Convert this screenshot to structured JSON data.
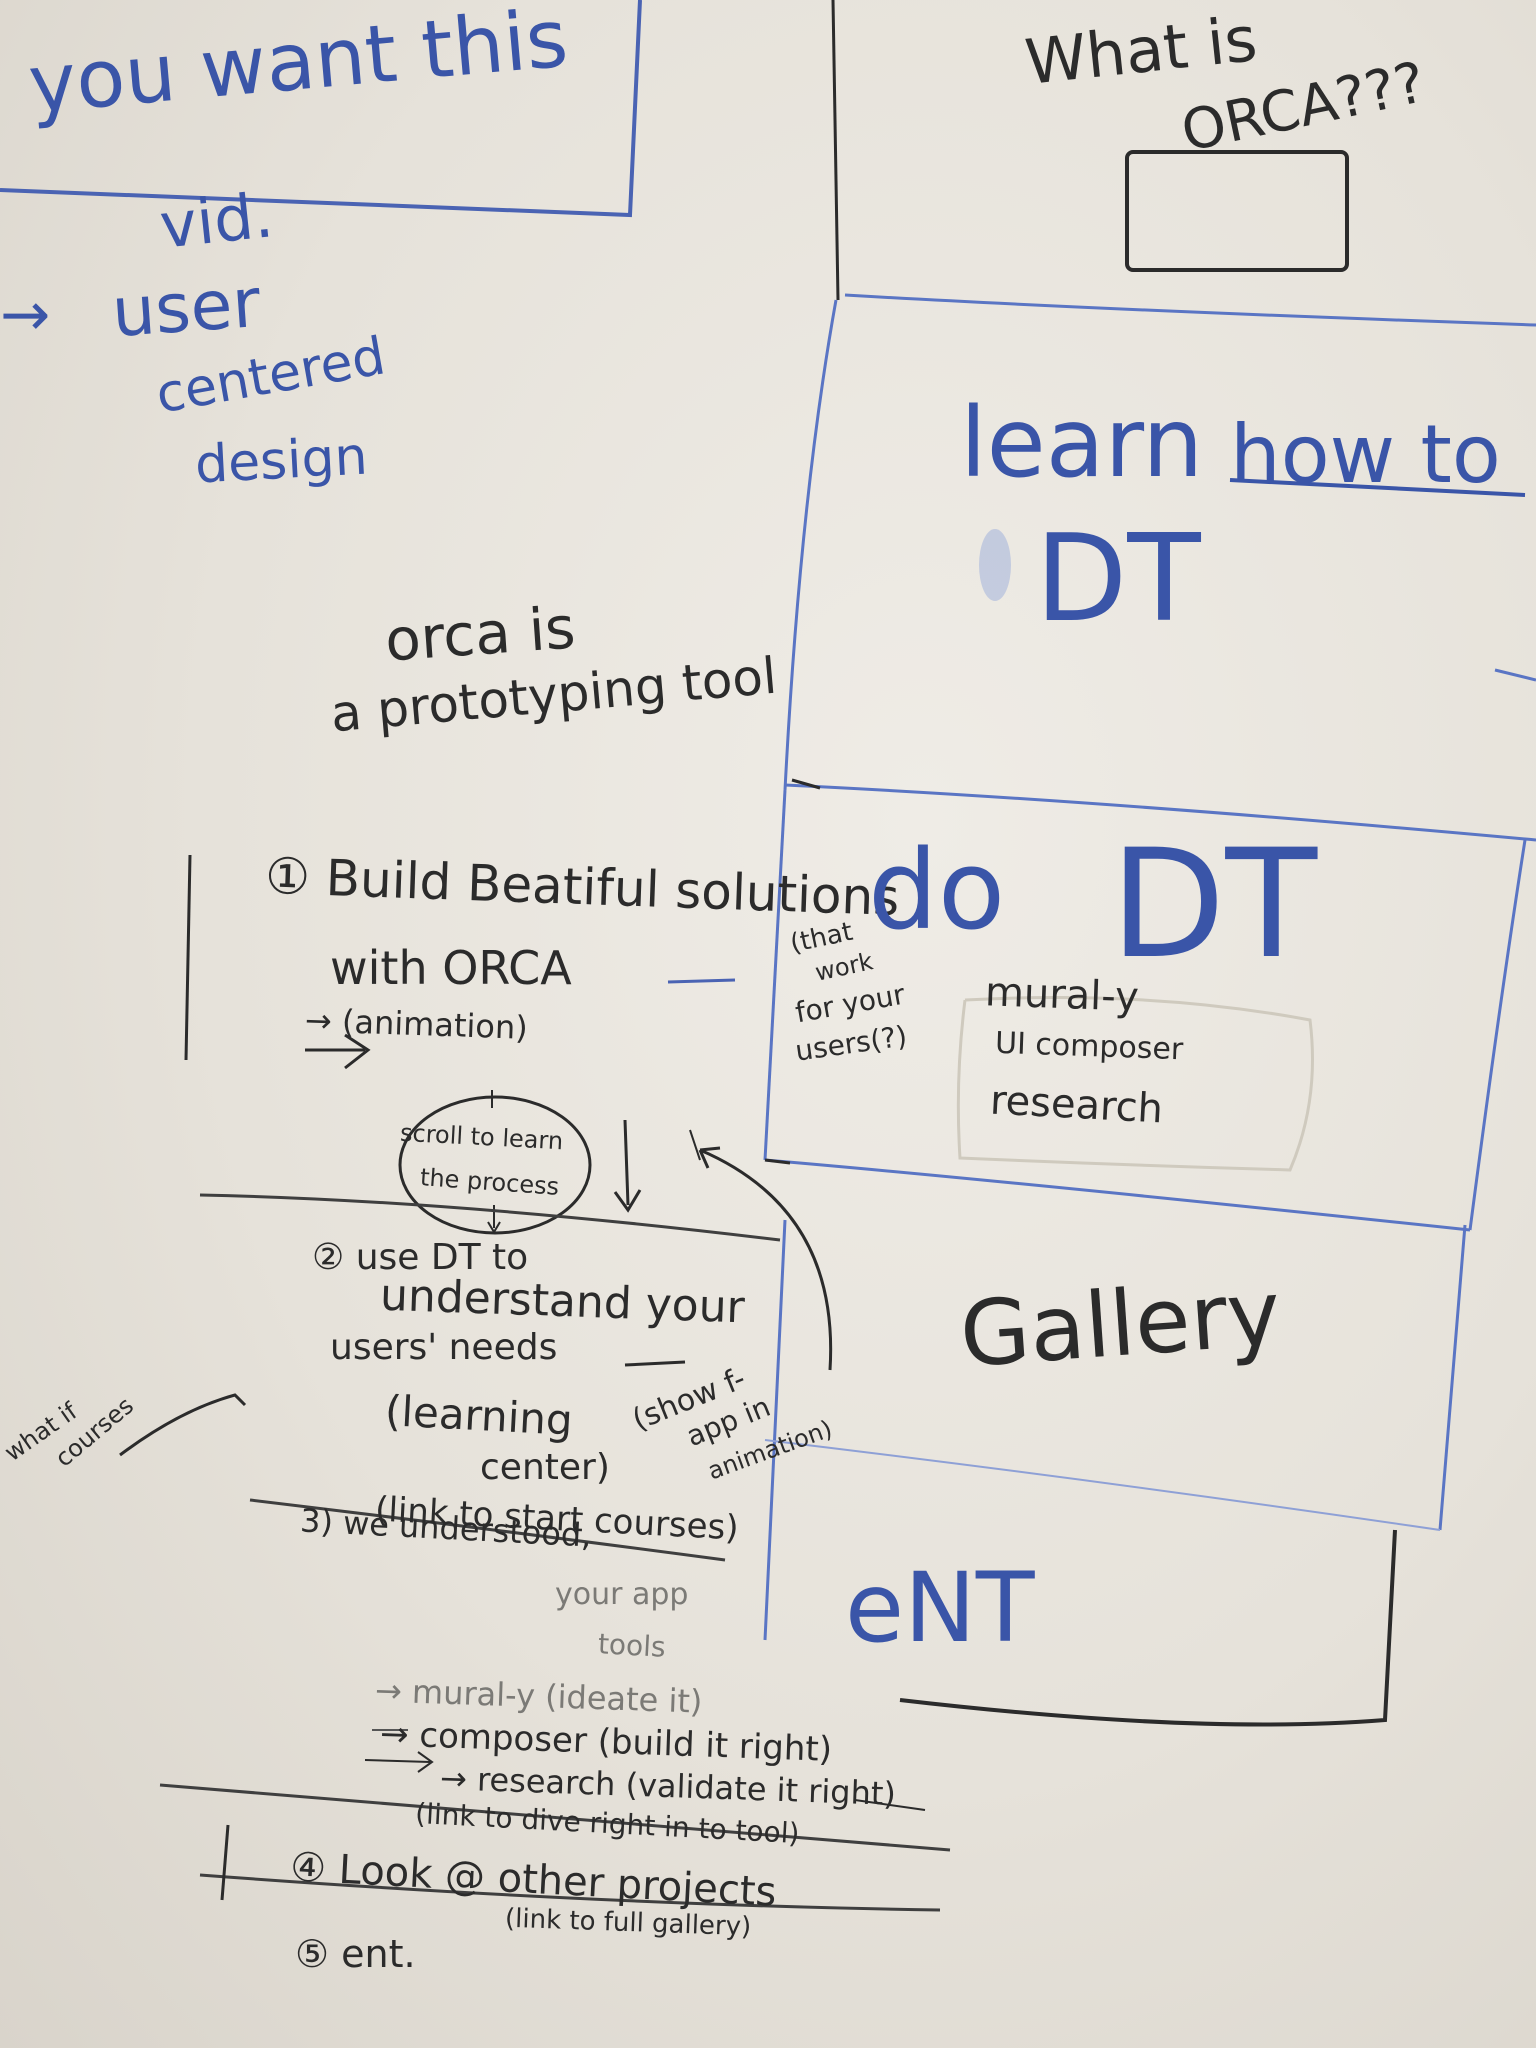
{
  "left_notes": {
    "you_want_this": "you want this",
    "vid": "vid.",
    "arrow": "→",
    "user": "user",
    "centered": "centered",
    "design": "design"
  },
  "orca_def": {
    "line1": "orca is",
    "line2": "a prototyping tool"
  },
  "steps": {
    "s1_line1": "① Build Beatiful solutions",
    "s1_line2": "with ORCA",
    "s1_note": "→ (animation)",
    "that_work_1": "(that",
    "that_work_2": "work",
    "that_work_3": "for your",
    "that_work_4": "users(?)",
    "scroll_1": "scroll to learn",
    "scroll_2": "the process",
    "s2_line1": "② use DT to",
    "s2_line2": "understand your",
    "s2_line3": "users' needs",
    "s2_note1": "(learning",
    "s2_note2": "center)",
    "s2_note3": "(link to start courses)",
    "show_1": "(show f-",
    "show_2": "app in",
    "show_3": "animation)",
    "what_if_1": "what if",
    "what_if_2": "courses",
    "s3_line1": "3)  we understood,",
    "s3_line2": "your app",
    "s3_line3": "tools",
    "s3_item1": "→ mural-y (ideate it)",
    "s3_item2": "→ composer (build it right)",
    "s3_item3": "→ research (validate it right)",
    "s3_item4": "(link to dive right in to tool)",
    "s4": "④ Look @ other projects",
    "s4_note": "(link to full gallery)",
    "s5": "⑤ ent."
  },
  "wireframe": {
    "what_is_1": "What is",
    "what_is_2": "ORCA???",
    "learn": "learn",
    "how_to": "how to",
    "learn_dt": "DT",
    "do": "do",
    "do_dt": "DT",
    "mural_1": "mural-y",
    "mural_2": "UI composer",
    "mural_3": "research",
    "gallery": "Gallery",
    "ent": "eNT"
  },
  "colors": {
    "board": "#e7e3dc",
    "blue_marker": "#3a55a8",
    "black_marker": "#2b2b2b"
  }
}
